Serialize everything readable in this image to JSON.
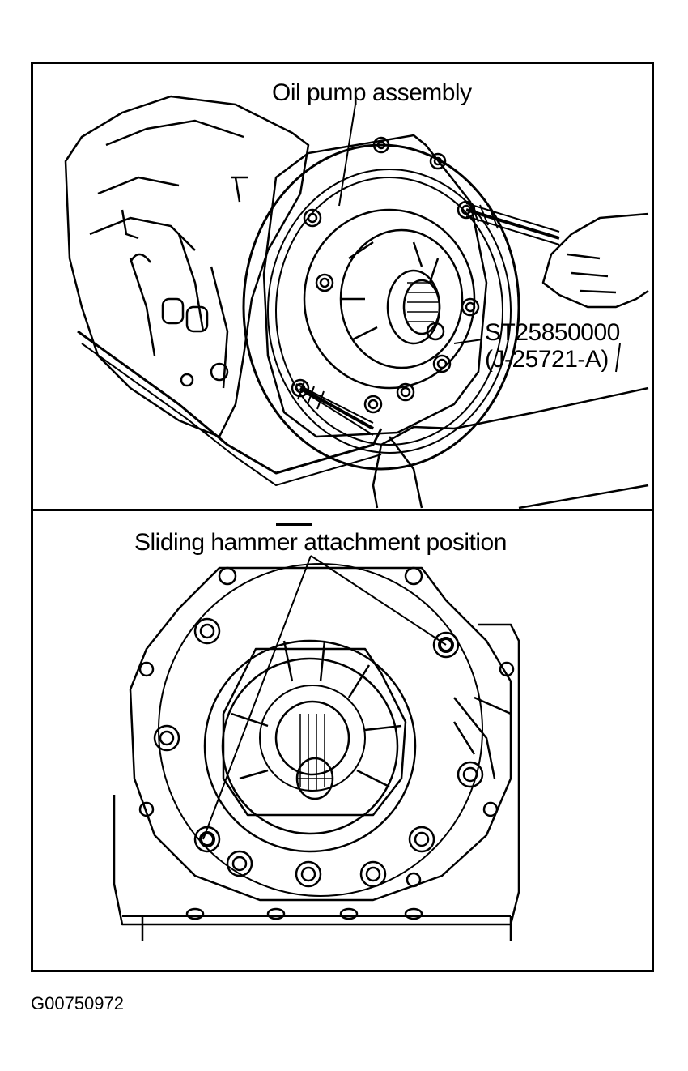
{
  "labels": {
    "oil_pump": "Oil pump assembly",
    "tool_number": "ST25850000",
    "tool_alt": "(J-25721-A)",
    "sliding_hammer": "Sliding hammer attachment position"
  },
  "figure_id": "G00750972",
  "colors": {
    "line": "#000000",
    "background": "#ffffff"
  }
}
